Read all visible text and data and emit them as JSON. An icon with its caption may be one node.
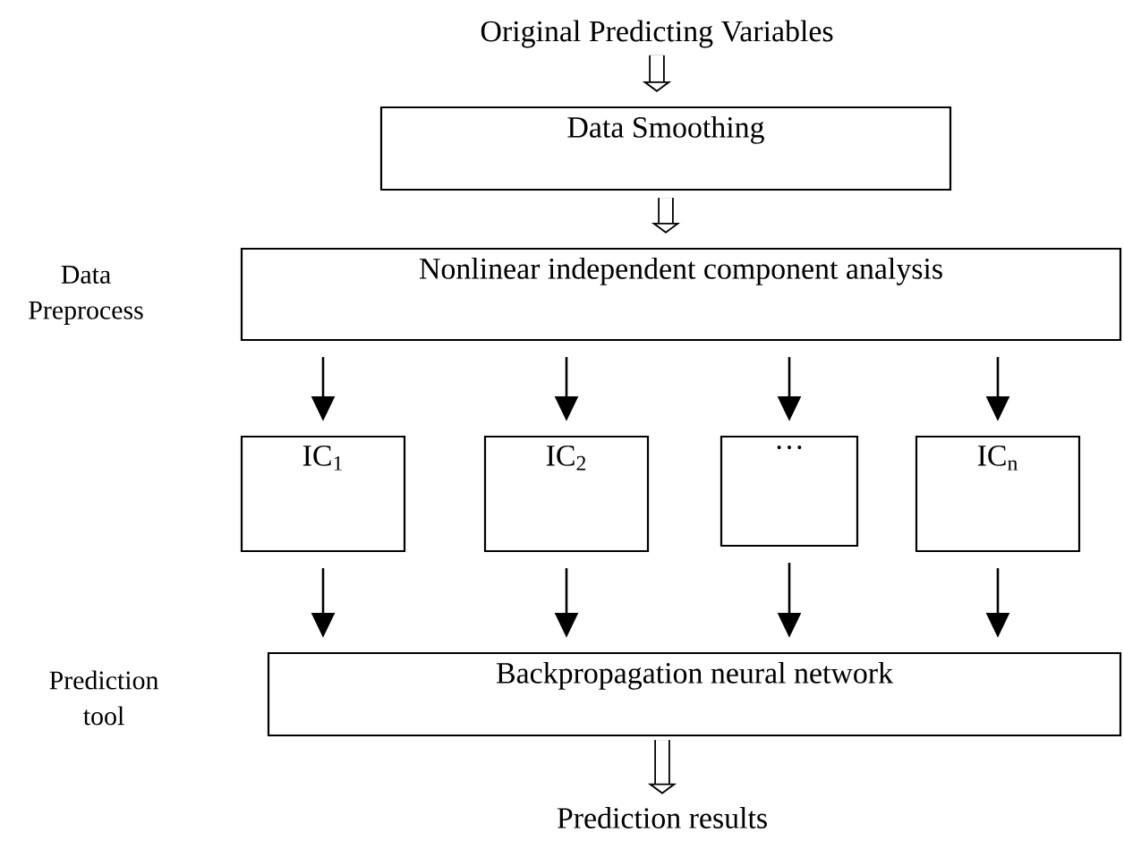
{
  "diagram": {
    "nodes": [
      {
        "text": [
          "Original Predicting Variables"
        ]
      },
      {
        "text": [
          "Data Smoothing"
        ]
      },
      {
        "text": [
          "Nonlinear independent component analysis"
        ]
      },
      {
        "text": [
          "IC$_{1}$"
        ]
      },
      {
        "text": [
          "IC$_{2}$"
        ]
      },
      {
        "text": [
          "…"
        ]
      },
      {
        "text": [
          "IC$_{n}$"
        ]
      },
      {
        "text": [
          "Backpropagation neural network"
        ]
      },
      {
        "text": [
          "Prediction results"
        ]
      }
    ],
    "edges": [
      {
        "from": 0,
        "to": 1,
        "arrow": "to",
        "style": "thick"
      },
      {
        "from": 1,
        "to": 2,
        "arrow": "to",
        "style": "thick"
      },
      {
        "from": 2,
        "to": 3,
        "arrow": "to"
      },
      {
        "from": 2,
        "to": 4,
        "arrow": "to"
      },
      {
        "from": 2,
        "to": 5,
        "arrow": "to"
      },
      {
        "from": 2,
        "to": 6,
        "arrow": "to"
      },
      {
        "from": 3,
        "to": 7,
        "arrow": "to"
      },
      {
        "from": 4,
        "to": 7,
        "arrow": "to"
      },
      {
        "from": 5,
        "to": 7,
        "arrow": "to"
      },
      {
        "from": 6,
        "to": 7,
        "arrow": "to"
      },
      {
        "from": 7,
        "to": 8,
        "arrow": "to",
        "style": "thick"
      }
    ],
    "labels": [
      "Data Preprocess",
      "Prediction tool"
    ]
  }
}
